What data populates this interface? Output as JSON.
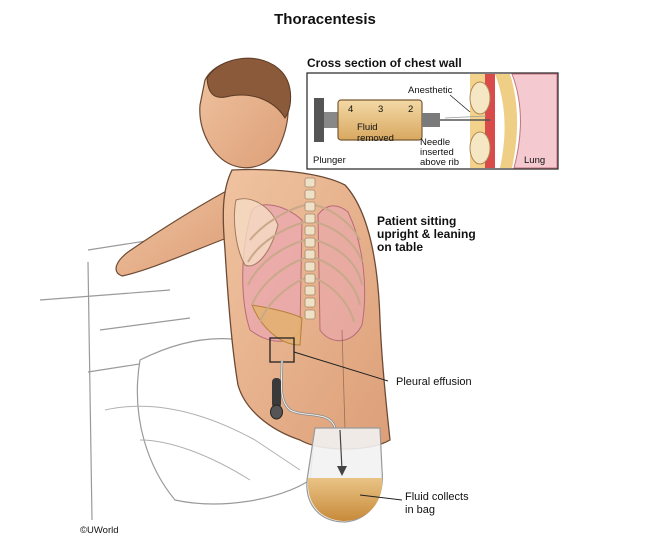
{
  "title": "Thoracentesis",
  "inset": {
    "heading": "Cross section of chest wall",
    "anesthetic": "Anesthetic",
    "fluid_removed": [
      "Fluid",
      "removed"
    ],
    "needle": [
      "Needle",
      "inserted",
      "above rib"
    ],
    "plunger": "Plunger",
    "lung": "Lung",
    "syringe_marks": [
      "4",
      "3",
      "2"
    ]
  },
  "patient_label": [
    "Patient sitting",
    "upright & leaning",
    "on table"
  ],
  "pleural_effusion": "Pleural effusion",
  "fluid_collects": [
    "Fluid collects",
    "in bag"
  ],
  "copyright": "©UWorld"
}
